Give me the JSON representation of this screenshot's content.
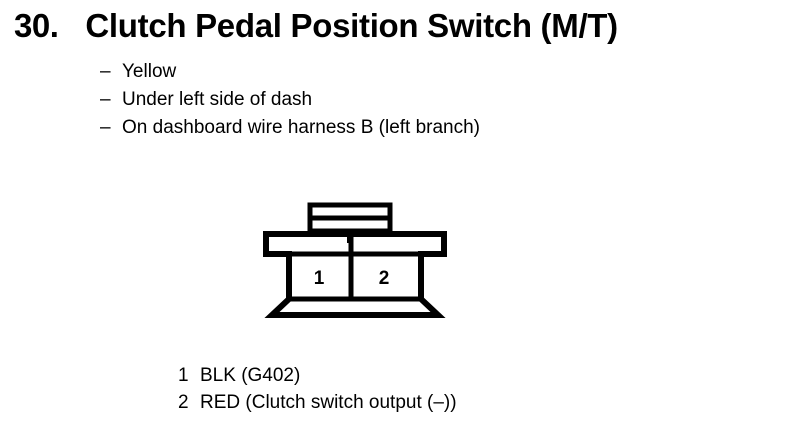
{
  "page": {
    "background_color": "#ffffff",
    "ink_color": "#000000"
  },
  "header": {
    "item_number": "30.",
    "title": "Clutch Pedal Position Switch (M/T)"
  },
  "details": {
    "bullet_marker": "–",
    "items": [
      {
        "label": "Yellow"
      },
      {
        "label": "Under left side of dash"
      },
      {
        "label": "On dashboard wire harness B (left branch)"
      }
    ]
  },
  "connector": {
    "name": "2-pin connector",
    "cavity_count": 2,
    "pins": [
      {
        "number": "1"
      },
      {
        "number": "2"
      }
    ]
  },
  "pin_legend": {
    "rows": [
      {
        "number": "1",
        "description": "BLK (G402)"
      },
      {
        "number": "2",
        "description": "RED (Clutch switch output (–))"
      }
    ]
  }
}
